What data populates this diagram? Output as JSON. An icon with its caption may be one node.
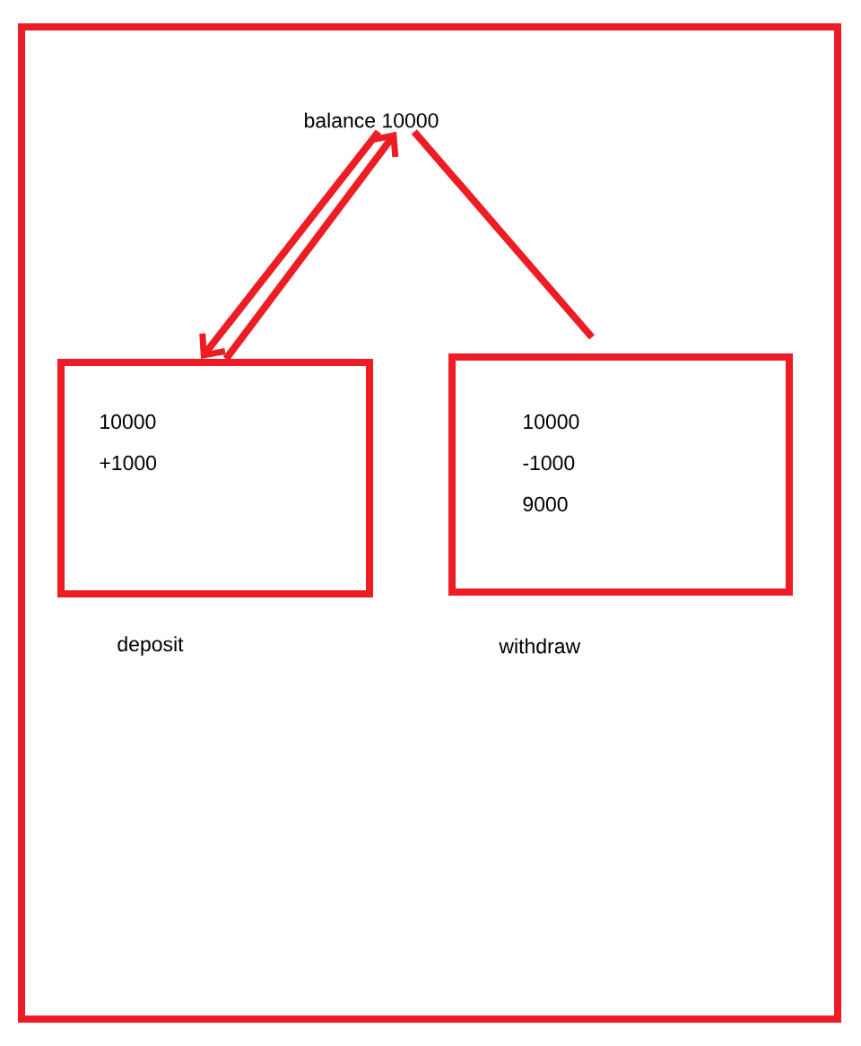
{
  "diagram": {
    "nodes": [
      {
        "text": [
          "balance 10000"
        ]
      },
      {
        "text": [
          "10000",
          "+1000"
        ],
        "beside": [
          "deposit"
        ]
      },
      {
        "text": [
          "10000",
          "-1000",
          "9000"
        ],
        "beside": [
          "withdraw"
        ]
      }
    ],
    "edges": [
      {
        "from": 1,
        "to": 0,
        "arrow": "to"
      },
      {
        "from": 0,
        "to": 1,
        "arrow": "to"
      },
      {
        "from": 2,
        "to": 0,
        "arrow": "none"
      }
    ]
  }
}
